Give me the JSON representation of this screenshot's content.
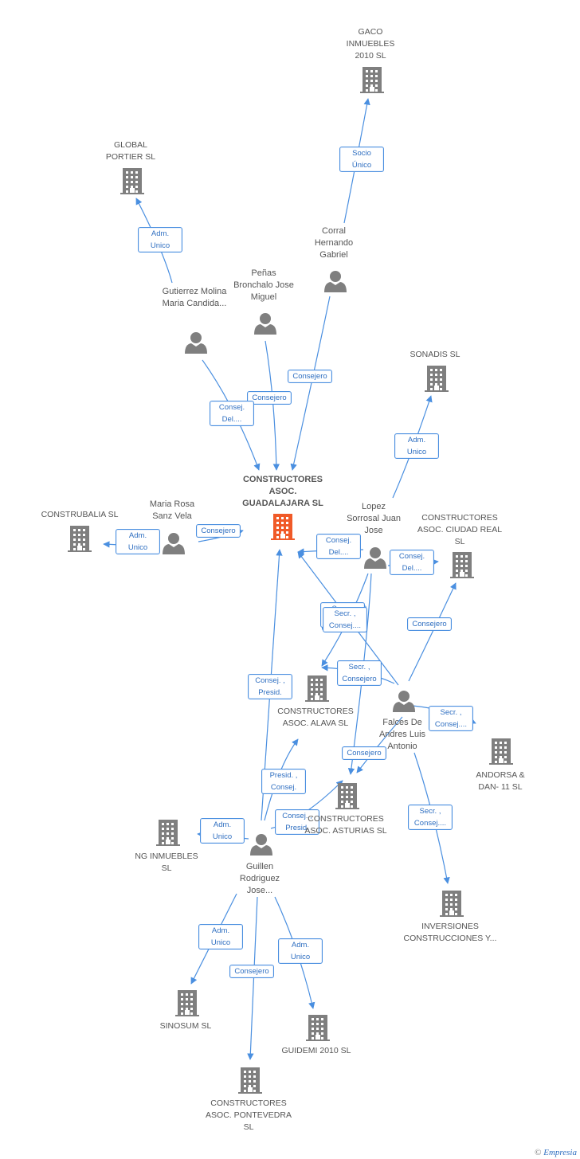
{
  "colors": {
    "edge": "#4a8fe0",
    "node": "#7f7f7f",
    "main_node": "#f05a28"
  },
  "nodes": [
    {
      "id": "main",
      "kind": "company",
      "main": true,
      "label": "CONSTRUCTORES ASOC. GUADALAJARA SL"
    },
    {
      "id": "gaco",
      "kind": "company",
      "label": "GACO INMUEBLES 2010 SL"
    },
    {
      "id": "global",
      "kind": "company",
      "label": "GLOBAL PORTIER SL"
    },
    {
      "id": "corral",
      "kind": "person",
      "label": "Corral Hernando Gabriel"
    },
    {
      "id": "penas",
      "kind": "person",
      "label": "Peñas Bronchalo Jose Miguel"
    },
    {
      "id": "gutierrez",
      "kind": "person",
      "label": "Gutierrez Molina Maria Candida..."
    },
    {
      "id": "sonadis",
      "kind": "company",
      "label": "SONADIS SL"
    },
    {
      "id": "construbalia",
      "kind": "company",
      "label": "CONSTRUBALIA SL"
    },
    {
      "id": "mariarosa",
      "kind": "person",
      "label": "Maria Rosa Sanz Vela"
    },
    {
      "id": "lopez",
      "kind": "person",
      "label": "Lopez Sorrosal Juan Jose"
    },
    {
      "id": "ciudadreal",
      "kind": "company",
      "label": "CONSTRUCTORES ASOC. CIUDAD REAL SL"
    },
    {
      "id": "alava",
      "kind": "company",
      "label": "CONSTRUCTORES ASOC. ALAVA SL"
    },
    {
      "id": "falces",
      "kind": "person",
      "label": "Falces De Andres Luis Antonio"
    },
    {
      "id": "andorsa",
      "kind": "company",
      "label": "ANDORSA & DAN- 11 SL"
    },
    {
      "id": "asturias",
      "kind": "company",
      "label": "CONSTRUCTORES ASOC. ASTURIAS SL"
    },
    {
      "id": "ng",
      "kind": "company",
      "label": "NG INMUEBLES SL"
    },
    {
      "id": "guillen",
      "kind": "person",
      "label": "Guillen Rodriguez Jose..."
    },
    {
      "id": "inversiones",
      "kind": "company",
      "label": "INVERSIONES CONSTRUCCIONES Y..."
    },
    {
      "id": "sinosum",
      "kind": "company",
      "label": "SINOSUM SL"
    },
    {
      "id": "guidemi",
      "kind": "company",
      "label": "GUIDEMI 2010 SL"
    },
    {
      "id": "pontevedra",
      "kind": "company",
      "label": "CONSTRUCTORES ASOC. PONTEVEDRA SL"
    }
  ],
  "edges": [
    {
      "from": "corral",
      "to": "gaco",
      "label": "Socio Único"
    },
    {
      "from": "gutierrez",
      "to": "global",
      "label": "Adm. Unico"
    },
    {
      "from": "corral",
      "to": "main",
      "label": "Consejero"
    },
    {
      "from": "penas",
      "to": "main",
      "label": "Consejero"
    },
    {
      "from": "gutierrez",
      "to": "main",
      "label": "Consej. Del...."
    },
    {
      "from": "lopez",
      "to": "sonadis",
      "label": "Adm. Unico"
    },
    {
      "from": "mariarosa",
      "to": "construbalia",
      "label": "Adm. Unico"
    },
    {
      "from": "mariarosa",
      "to": "main",
      "label": "Consejero"
    },
    {
      "from": "lopez",
      "to": "main",
      "label": "Consej. Del...."
    },
    {
      "from": "lopez",
      "to": "ciudadreal",
      "label": "Consej. Del...."
    },
    {
      "from": "lopez",
      "to": "alava",
      "label": "Secr. , Consej...."
    },
    {
      "from": "lopez",
      "to": "asturias",
      "label": "Secr. , Consej...."
    },
    {
      "from": "falces",
      "to": "main",
      "label": "Secr. , Consej...."
    },
    {
      "from": "falces",
      "to": "alava",
      "label": "Secr. , Consejero"
    },
    {
      "from": "falces",
      "to": "ciudadreal",
      "label": "Consejero"
    },
    {
      "from": "falces",
      "to": "andorsa",
      "label": "Secr. , Consej...."
    },
    {
      "from": "falces",
      "to": "asturias",
      "label": "Consejero"
    },
    {
      "from": "falces",
      "to": "inversiones",
      "label": "Secr. , Consej...."
    },
    {
      "from": "guillen",
      "to": "main",
      "label": "Consej. , Presid."
    },
    {
      "from": "guillen",
      "to": "alava",
      "label": "Presid. , Consej."
    },
    {
      "from": "guillen",
      "to": "asturias",
      "label": "Consej. , Presid."
    },
    {
      "from": "guillen",
      "to": "ng",
      "label": "Adm. Unico"
    },
    {
      "from": "guillen",
      "to": "sinosum",
      "label": "Adm. Unico"
    },
    {
      "from": "guillen",
      "to": "pontevedra",
      "label": "Consejero"
    },
    {
      "from": "guillen",
      "to": "guidemi",
      "label": "Adm. Unico"
    }
  ],
  "footer": {
    "copyright": "©",
    "brand": "Empresia"
  }
}
